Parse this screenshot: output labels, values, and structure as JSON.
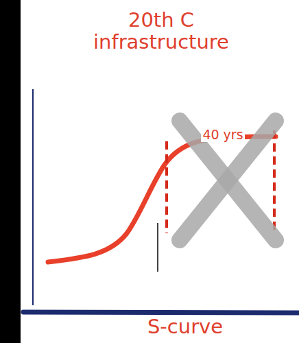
{
  "diagram": {
    "title": "20th C infrastructure",
    "labels": [
      "40 yrs",
      "S-curve"
    ]
  }
}
